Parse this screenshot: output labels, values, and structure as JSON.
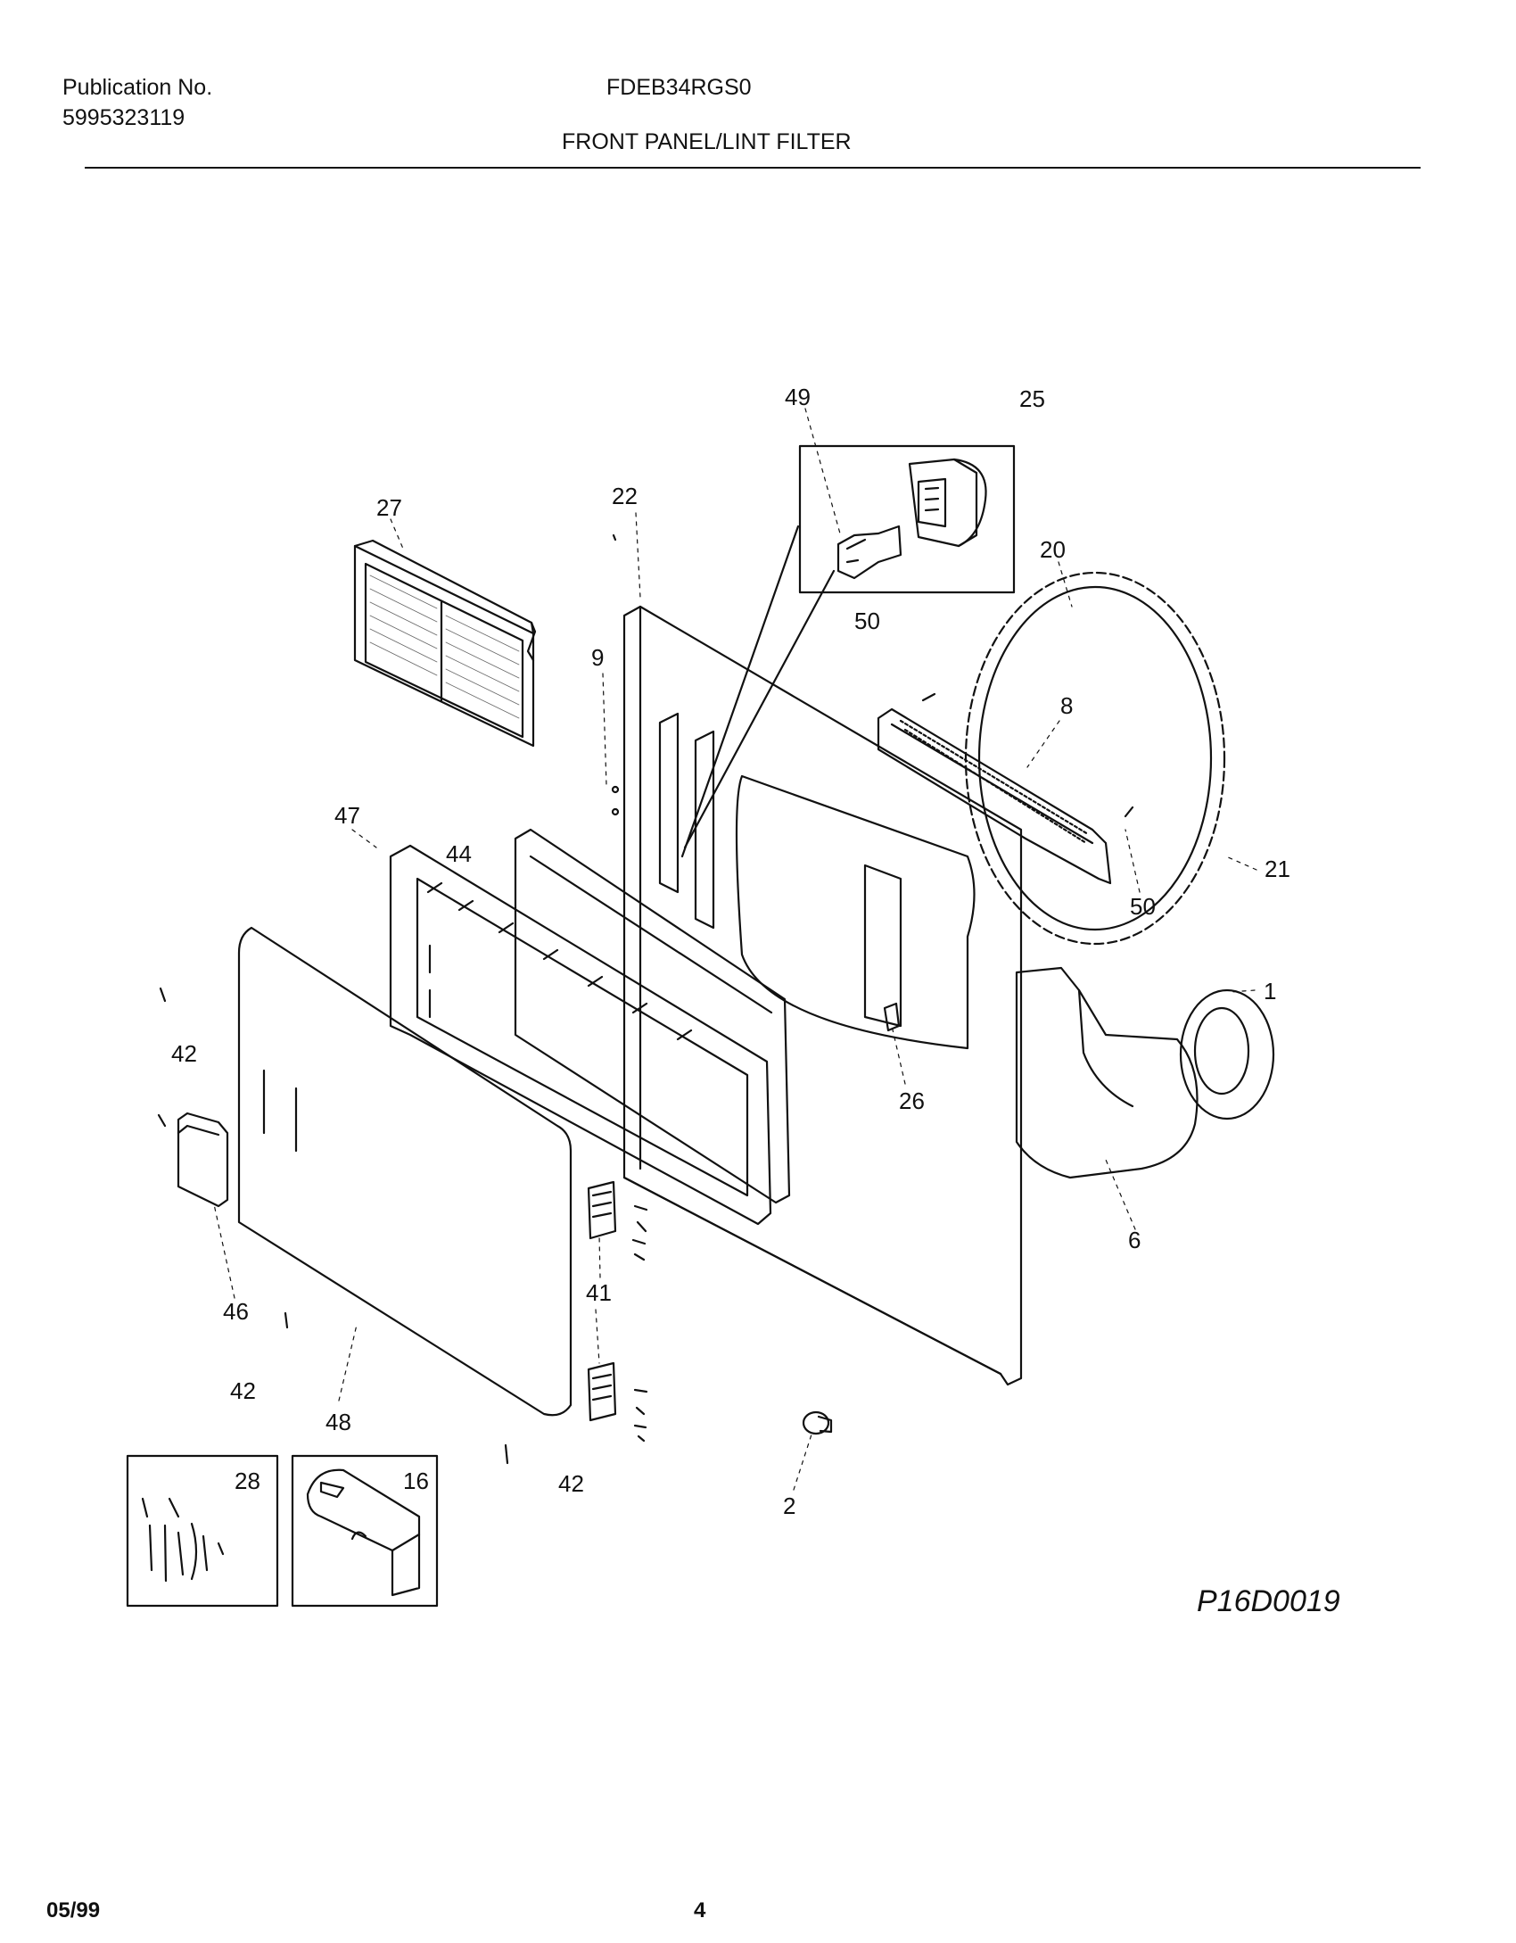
{
  "header": {
    "publication_label": "Publication No.",
    "publication_number": "5995323119",
    "model": "FDEB34RGS0",
    "section_title": "FRONT PANEL/LINT FILTER"
  },
  "figure": {
    "callouts": [
      "49",
      "25",
      "27",
      "22",
      "20",
      "9",
      "50",
      "8",
      "47",
      "44",
      "21",
      "50",
      "1",
      "42",
      "26",
      "6",
      "46",
      "41",
      "42",
      "48",
      "42",
      "2",
      "28",
      "16"
    ],
    "drawing_code": "P16D0019"
  },
  "footer": {
    "date": "05/99",
    "page_number": "4"
  }
}
